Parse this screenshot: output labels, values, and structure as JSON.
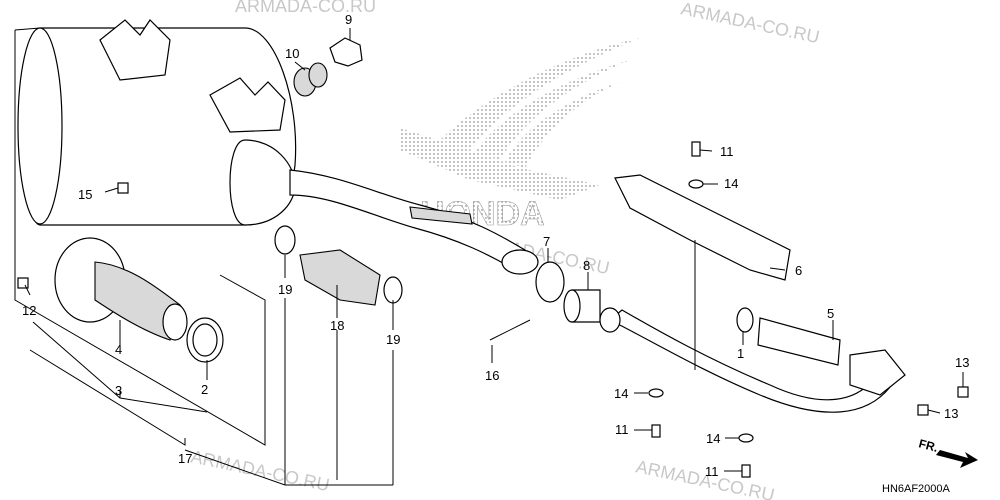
{
  "watermarks": [
    "ARMADA-CO.RU",
    "ARMADA-CO.RU",
    "ARMADA-CO.RU",
    "ARMADA-CO.RU",
    "ARMADA-CO.RU"
  ],
  "brand_logo_text": "HONDA",
  "diagram_code": "HN6AF2000A",
  "direction_label": "FR.",
  "callouts": [
    "1",
    "2",
    "3",
    "4",
    "5",
    "6",
    "7",
    "8",
    "9",
    "10",
    "11",
    "11",
    "11",
    "12",
    "13",
    "13",
    "14",
    "14",
    "14",
    "15",
    "16",
    "17",
    "18",
    "19",
    "19"
  ],
  "colors": {
    "line": "#000000",
    "watermark": "#c8c8c8",
    "logo": "#9a9a9a"
  }
}
